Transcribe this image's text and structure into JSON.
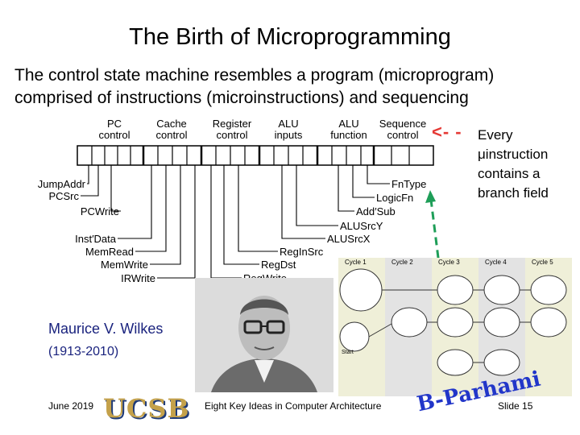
{
  "title": "The Birth of Microprogramming",
  "subtitle": {
    "line1": "The control state machine resembles a program (microprogram)",
    "line2": "comprised of instructions (microinstructions) and sequencing"
  },
  "control_word_headers": [
    {
      "l1": "PC",
      "l2": "control"
    },
    {
      "l1": "Cache",
      "l2": "control"
    },
    {
      "l1": "Register",
      "l2": "control"
    },
    {
      "l1": "ALU",
      "l2": "inputs"
    },
    {
      "l1": "ALU",
      "l2": "function"
    },
    {
      "l1": "Sequence",
      "l2": "control"
    }
  ],
  "signals": {
    "jump_addr": "JumpAddr",
    "pcsrc": "PCSrc",
    "pcwrite": "PCWrite",
    "inst_data": "Inst′Data",
    "memread": "MemRead",
    "memwrite": "MemWrite",
    "irwrite": "IRWrite",
    "fntype": "FnType",
    "logicfn": "LogicFn",
    "addsub": "Add′Sub",
    "alusrcy": "ALUSrcY",
    "alusrcx": "ALUSrcX",
    "regin_src": "RegInSrc",
    "regdst": "RegDst",
    "regwrite": "RegWrite"
  },
  "note": {
    "arrow": "<- -",
    "line1": "Every",
    "line2": "μinstruction",
    "line3": "contains a",
    "line4": "branch field"
  },
  "person": {
    "name": "Maurice V. Wilkes",
    "years": "(1913-2010)"
  },
  "fsm": {
    "cycles": [
      "Cycle 1",
      "Cycle 2",
      "Cycle 3",
      "Cycle 4",
      "Cycle 5"
    ],
    "start_label": "Start"
  },
  "footer": {
    "date": "June 2019",
    "logo": "UCSB",
    "center": "Eight Key Ideas in Computer Architecture",
    "author_logo": "B-Parhami",
    "slide": "Slide 15"
  }
}
